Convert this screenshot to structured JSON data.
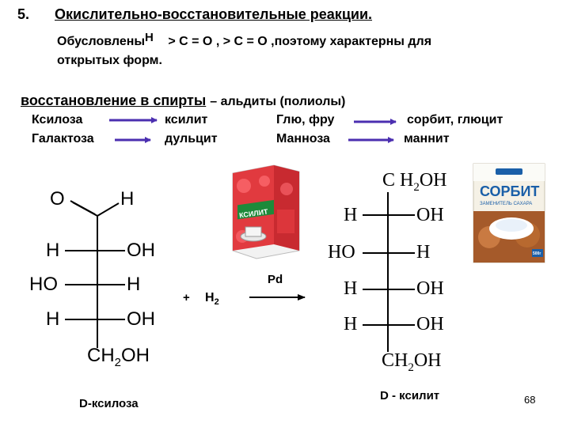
{
  "slide": {
    "number": "5.",
    "title": "Окислительно-восстановительные реакции.",
    "subtitle_line1_part1": "Обусловлены",
    "subtitle_line1_h": "H",
    "subtitle_line1_part2": "> C = O , > C = O ,поэтому характерны для",
    "subtitle_line2": "открытых форм.",
    "heading": "восстановление в спирты",
    "heading_suffix": "– альдиты (полиолы)",
    "page_number": "68"
  },
  "reactions": [
    {
      "from": "Ксилоза",
      "to": "ксилит"
    },
    {
      "from": "Галактоза",
      "to": "дульцит"
    },
    {
      "from": "Глю, фру",
      "to": "сорбит, глюцит"
    },
    {
      "from": "Манноза",
      "to": "маннит"
    }
  ],
  "reaction_scheme": {
    "reagent_plus": "+",
    "reagent": "H",
    "reagent_sub": "2",
    "catalyst": "Pd"
  },
  "left_structure": {
    "top_o": "O",
    "top_h": "H",
    "rows": [
      {
        "left": "H",
        "right": "OH"
      },
      {
        "left": "HO",
        "right": "H"
      },
      {
        "left": "H",
        "right": "OH"
      }
    ],
    "bottom": "CH",
    "bottom_sub": "2",
    "bottom_end": "OH",
    "caption": "D-ксилоза"
  },
  "right_structure": {
    "top": "C H",
    "top_sub": "2",
    "top_end": "OH",
    "rows": [
      {
        "left": "H",
        "right": "OH"
      },
      {
        "left": "HO",
        "right": "H"
      },
      {
        "left": "H",
        "right": "OH"
      },
      {
        "left": "H",
        "right": "OH"
      }
    ],
    "bottom": "CH",
    "bottom_sub": "2",
    "bottom_end": "OH",
    "caption": "D - ксилит"
  },
  "product_images": {
    "xylit_box": "КСИЛИТ",
    "sorbit_brand": "СОРБИТ",
    "sorbit_sub": "ЗАМЕНИТЕЛЬ САХАРА",
    "sorbit_weight": "500г"
  },
  "colors": {
    "arrow": "#4b2fb0",
    "xylit_red": "#d8262e",
    "xylit_green": "#1d8a3a",
    "sorbit_blue": "#1a5fa8"
  }
}
